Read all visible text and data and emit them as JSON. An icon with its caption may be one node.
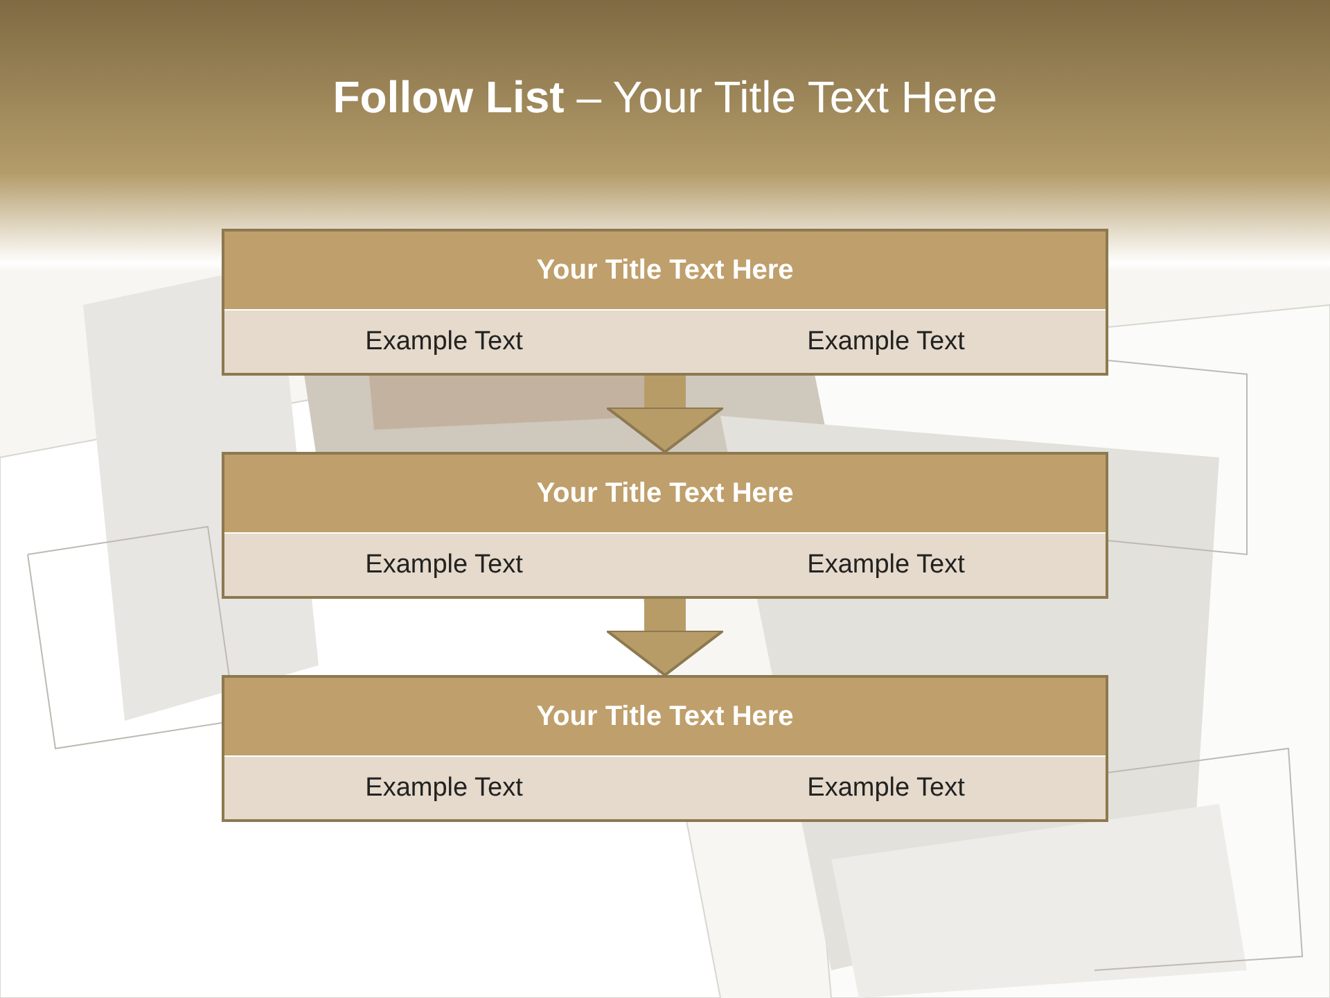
{
  "diagram": {
    "title": "**Follow List**  – Your Title Text Here",
    "nodes": [
      {
        "text": [
          "Your Title Text Here"
        ]
      },
      {
        "text": [
          "Example Text"
        ],
        "in": 0
      },
      {
        "text": [
          "Example Text"
        ],
        "in": 0
      },
      {
        "text": [
          "Your Title Text Here"
        ]
      },
      {
        "text": [
          "Example Text"
        ],
        "in": 3
      },
      {
        "text": [
          "Example Text"
        ],
        "in": 3
      },
      {
        "text": [
          "Your Title Text Here"
        ]
      },
      {
        "text": [
          "Example Text"
        ],
        "in": 6
      },
      {
        "text": [
          "Example Text"
        ],
        "in": 6
      }
    ],
    "edges": [
      {
        "from": 0,
        "to": 3,
        "arrow": "to"
      },
      {
        "from": 3,
        "to": 6,
        "arrow": "to"
      }
    ]
  }
}
